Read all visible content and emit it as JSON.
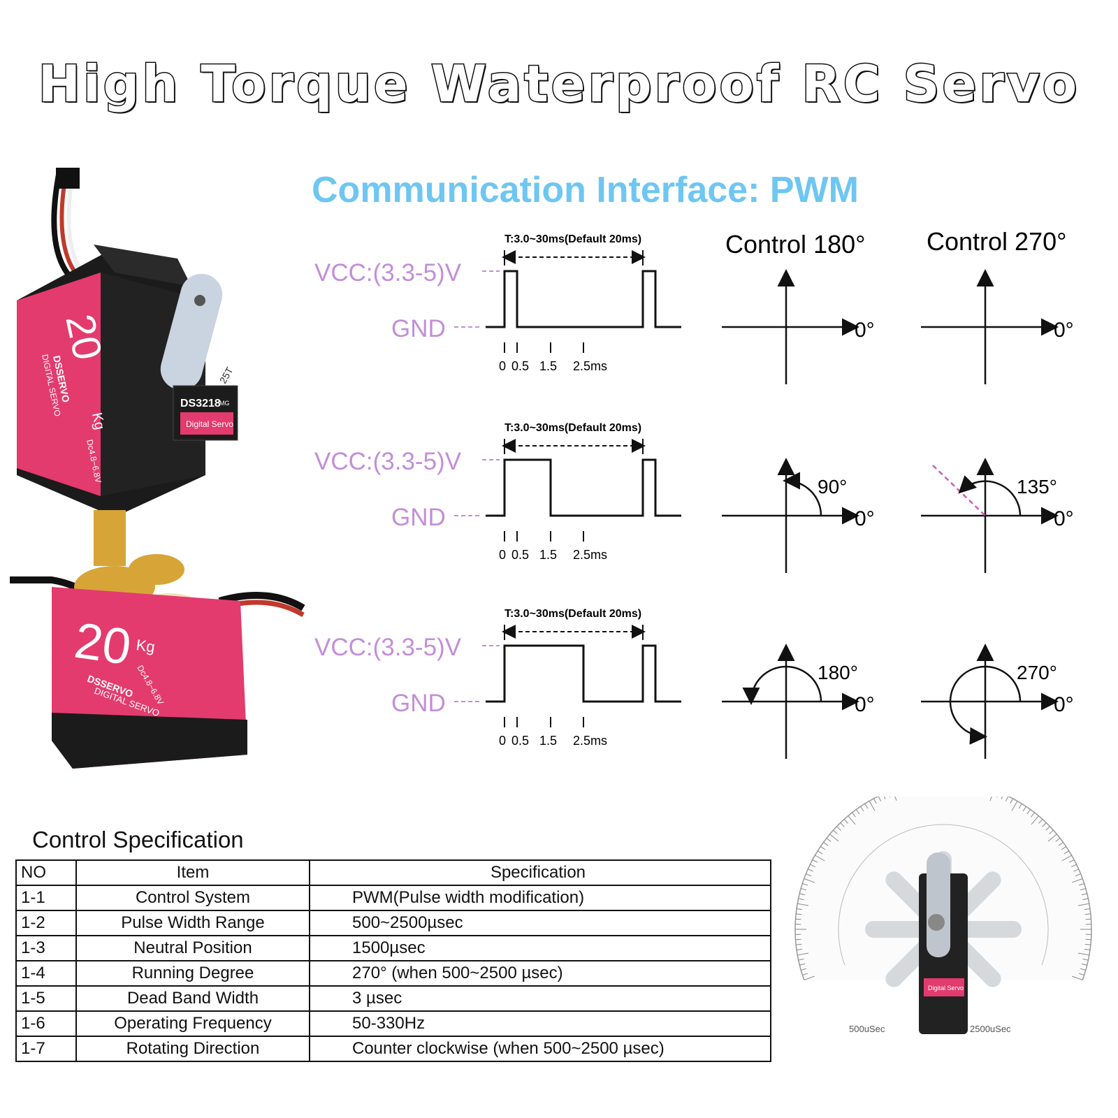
{
  "colors": {
    "accent": "#6ec6f2",
    "voltage_label": "#c38ed8",
    "servo_body": "#e33b6e",
    "gear": "#d7a537"
  },
  "title": "High Torque Waterproof RC Servo",
  "comm_title": "Communication Interface: PWM",
  "control_headers": [
    "Control 180°",
    "Control 270°"
  ],
  "waveform": {
    "vcc_label": "VCC:(3.3-5)V",
    "gnd_label": "GND",
    "period_label": "T:3.0~30ms(Default 20ms)",
    "tick_labels": [
      "0",
      "0.5",
      "1.5",
      "2.5ms"
    ],
    "rows": [
      {
        "pulse_ms": 0.5,
        "angle_180": "",
        "angle_270": ""
      },
      {
        "pulse_ms": 1.5,
        "angle_180": "90°",
        "angle_270": "135°"
      },
      {
        "pulse_ms": 2.5,
        "angle_180": "180°",
        "angle_270": "270°"
      }
    ],
    "zero_label": "0°"
  },
  "product": {
    "top_servo": {
      "capacity": "20",
      "unit": "Kg",
      "voltage": "Dc4.8~6.8V",
      "brand": "DSSERVO",
      "subtitle": "DIGITAL SERVO",
      "model": "DS3218",
      "model_suffix": "MG",
      "label": "Digital Servo",
      "horn": "25T"
    },
    "bottom_servo": {
      "capacity": "20",
      "unit": "Kg",
      "voltage": "Dc4.8~6.8V",
      "brand": "DSSERVO",
      "subtitle": "DIGITAL SERVO"
    }
  },
  "spec": {
    "title": "Control Specification",
    "headers": [
      "NO",
      "Item",
      "Specification"
    ],
    "rows": [
      [
        "1-1",
        "Control System",
        "PWM(Pulse width modification)"
      ],
      [
        "1-2",
        "Pulse Width Range",
        "500~2500µsec"
      ],
      [
        "1-3",
        "Neutral Position",
        "1500µsec"
      ],
      [
        "1-4",
        "Running Degree",
        "270° (when 500~2500 µsec)"
      ],
      [
        "1-5",
        "Dead Band Width",
        "3 µsec"
      ],
      [
        "1-6",
        "Operating Frequency",
        "50-330Hz"
      ],
      [
        "1-7",
        "Rotating Direction",
        "Counter clockwise (when 500~2500 µsec)"
      ]
    ]
  },
  "protractor": {
    "left_label": "500uSec",
    "right_label": "2500uSec",
    "servo_label": "Digital Servo"
  }
}
